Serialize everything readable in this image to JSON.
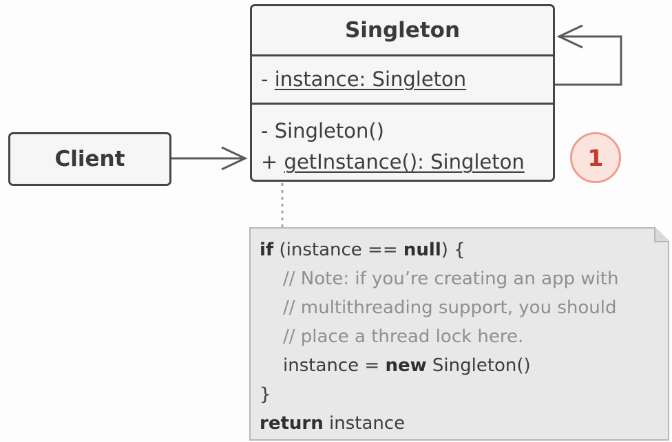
{
  "client": {
    "name": "Client"
  },
  "singleton_class": {
    "name": "Singleton",
    "fields": [
      {
        "prefix": "- ",
        "text": "instance: Singleton"
      }
    ],
    "methods": [
      {
        "prefix": "- ",
        "text": "Singleton()",
        "underlined": false
      },
      {
        "prefix": "+ ",
        "text": "getInstance(): Singleton",
        "underlined": true
      }
    ]
  },
  "badge": {
    "label": "1"
  },
  "note": {
    "lines": [
      [
        {
          "t": "if",
          "s": "kw"
        },
        {
          "t": " (instance == ",
          "s": ""
        },
        {
          "t": "null",
          "s": "kw"
        },
        {
          "t": ") {",
          "s": ""
        }
      ],
      [
        {
          "t": "// Note: if you’re creating an app with",
          "s": "cm",
          "indent": true
        }
      ],
      [
        {
          "t": "// multithreading support, you should",
          "s": "cm",
          "indent": true
        }
      ],
      [
        {
          "t": "// place a thread lock here.",
          "s": "cm",
          "indent": true
        }
      ],
      [
        {
          "t": "instance = ",
          "s": "",
          "indent": true
        },
        {
          "t": "new",
          "s": "kw"
        },
        {
          "t": " Singleton()",
          "s": ""
        }
      ],
      [
        {
          "t": "}",
          "s": ""
        }
      ],
      [
        {
          "t": "return",
          "s": "kw"
        },
        {
          "t": " instance",
          "s": ""
        }
      ]
    ]
  },
  "colors": {
    "box_border": "#464646",
    "box_fill": "#f6f6f6",
    "note_fill": "#e8e8e8",
    "badge_text": "#c43b2c",
    "badge_fill": "#fbe3de"
  }
}
